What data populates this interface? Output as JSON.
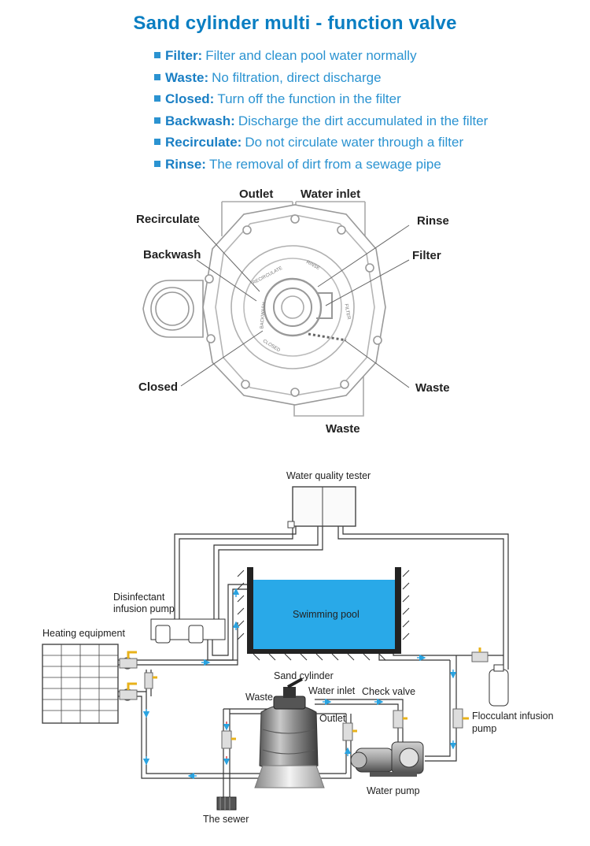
{
  "title": "Sand cylinder multi - function valve",
  "modes": [
    {
      "term": "Filter:",
      "desc": "Filter and clean pool water normally"
    },
    {
      "term": "Waste:",
      "desc": "No filtration, direct discharge"
    },
    {
      "term": "Closed:",
      "desc": "Turn off the function in the filter"
    },
    {
      "term": "Backwash:",
      "desc": "Discharge the dirt accumulated in the filter"
    },
    {
      "term": "Recirculate:",
      "desc": "Do not circulate water through a filter"
    },
    {
      "term": "Rinse:",
      "desc": "The removal of dirt from a sewage pipe"
    }
  ],
  "valve": {
    "outlet": "Outlet",
    "water_inlet": "Water inlet",
    "recirculate": "Recirculate",
    "rinse": "Rinse",
    "backwash": "Backwash",
    "filter": "Filter",
    "closed": "Closed",
    "waste_right": "Waste",
    "waste_bottom": "Waste",
    "dial": {
      "recirculate": "RECIRCULATE",
      "rinse": "RINSE",
      "backwash": "BACKWASH",
      "filter": "FILTER",
      "closed": "CLOSED"
    }
  },
  "system": {
    "water_quality_tester": "Water quality tester",
    "disinfectant_line1": "Disinfectant",
    "disinfectant_line2": "infusion pump",
    "heating_equipment": "Heating equipment",
    "swimming_pool": "Swimming pool",
    "sand_cylinder": "Sand cylinder",
    "waste": "Waste",
    "water_inlet": "Water inlet",
    "check_valve": "Check valve",
    "outlet": "Outlet",
    "flocculant_line1": "Flocculant infusion",
    "flocculant_line2": "pump",
    "water_pump": "Water pump",
    "the_sewer": "The sewer"
  },
  "colors": {
    "title": "#0a7ec2",
    "text_blue": "#2b93d1",
    "pool_water": "#29a9e8",
    "flow_arrow": "#2aa3e0",
    "valve_handle": "#e8b21a"
  }
}
